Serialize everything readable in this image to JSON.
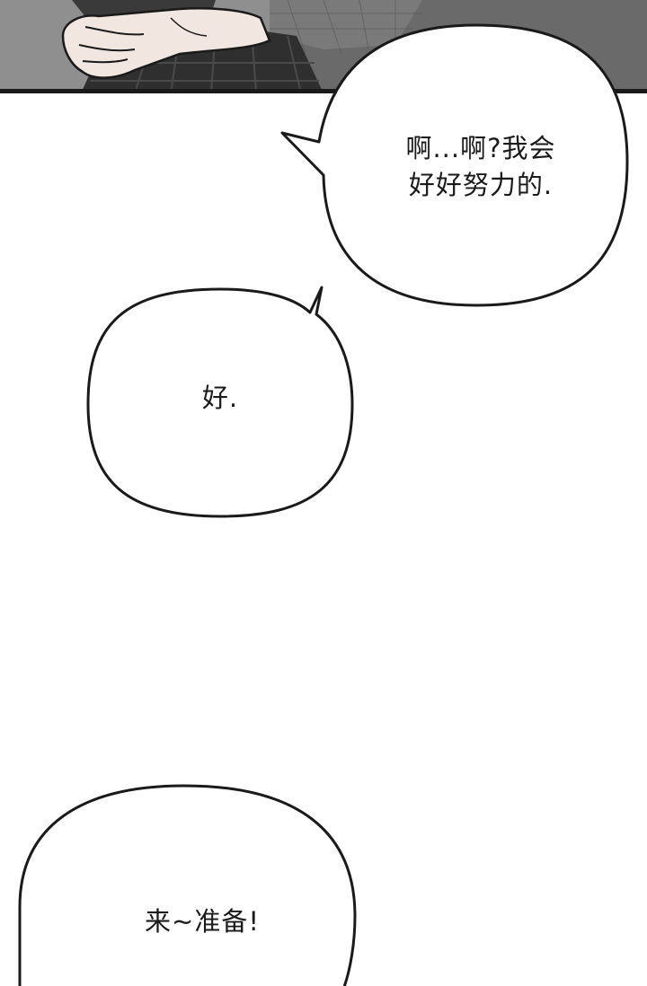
{
  "panel": {
    "image": "comic-panel-hands-plaid-pants",
    "background": "#8e8e8e"
  },
  "bubbles": [
    {
      "lines": [
        "啊...啊?我会",
        "好好努力的."
      ]
    },
    {
      "lines": [
        "好."
      ]
    },
    {
      "lines": [
        "来~准备!"
      ]
    }
  ],
  "colors": {
    "ink": "#1a1a1a",
    "page": "#ffffff",
    "skin": "#f2e6e1"
  }
}
